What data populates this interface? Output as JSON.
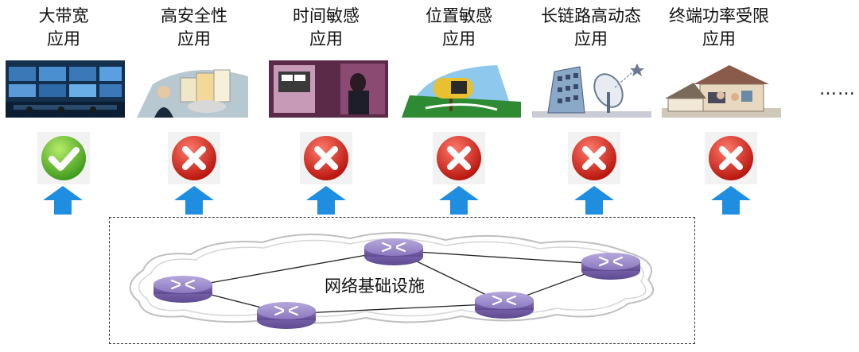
{
  "applications": [
    {
      "line1": "大带宽",
      "line2": "应用",
      "status": "check",
      "icon": "control-room-image"
    },
    {
      "line1": "高安全性",
      "line2": "应用",
      "status": "cross",
      "icon": "security-worker-image"
    },
    {
      "line1": "时间敏感",
      "line2": "应用",
      "status": "cross",
      "icon": "time-sensitive-terminal-image"
    },
    {
      "line1": "位置敏感",
      "line2": "应用",
      "status": "cross",
      "icon": "location-mailbox-image"
    },
    {
      "line1": "长链路高动态",
      "line2": "应用",
      "status": "cross",
      "icon": "satellite-dish-building-image"
    },
    {
      "line1": "终端功率受限",
      "line2": "应用",
      "status": "cross",
      "icon": "home-terminal-image"
    }
  ],
  "more": "……",
  "network": {
    "label": "网络基础设施"
  },
  "colors": {
    "check_green": "#5cb82e",
    "cross_red": "#d82a22",
    "arrow_blue": "#1f8ee0",
    "router_purple": "#9a86c8",
    "cloud_edge": "#bfbfbf"
  }
}
